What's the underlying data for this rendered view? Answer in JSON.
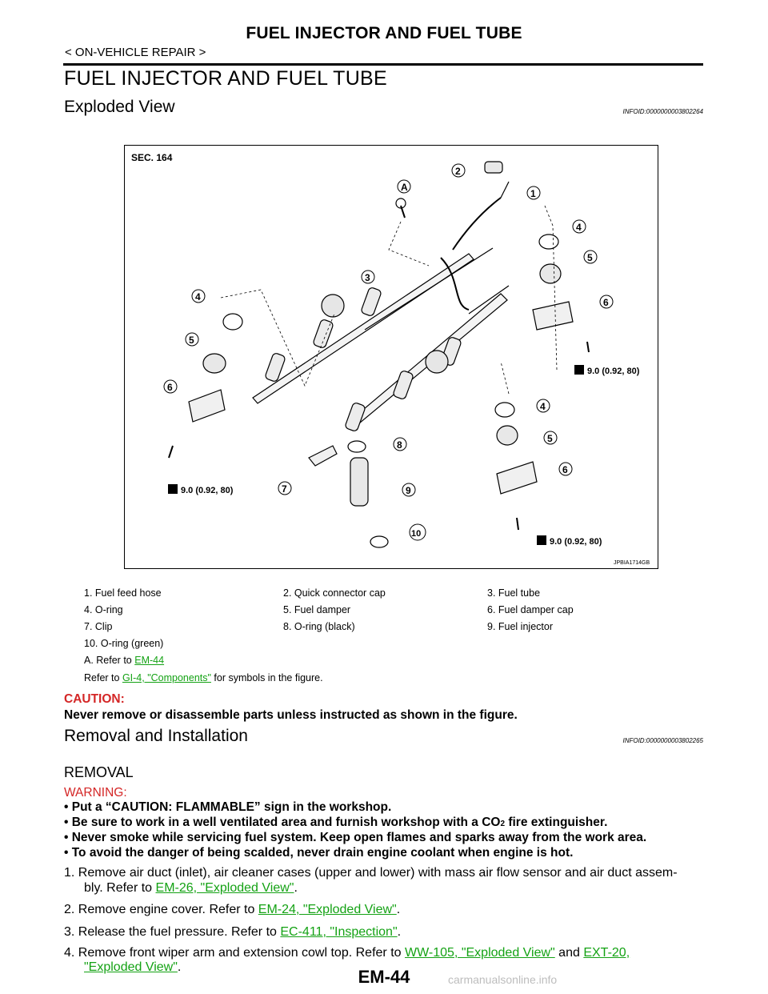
{
  "header": {
    "title": "FUEL INJECTOR AND FUEL TUBE",
    "breadcrumb": "< ON-VEHICLE REPAIR >"
  },
  "section_title": "FUEL INJECTOR AND FUEL TUBE",
  "exploded_view": {
    "heading": "Exploded View",
    "infoid": "INFOID:0000000003802264",
    "figure": {
      "sec_label": "SEC. 164",
      "torque_label": "9.0 (0.92, 80)",
      "figure_id": "JPBIA1714GB",
      "callouts": [
        "1",
        "2",
        "3",
        "4",
        "5",
        "6",
        "7",
        "8",
        "9",
        "10",
        "A"
      ]
    },
    "legend": [
      [
        "1.  Fuel feed hose",
        "2.  Quick connector cap",
        "3.  Fuel tube"
      ],
      [
        "4.  O-ring",
        "5.  Fuel damper",
        "6.  Fuel damper cap"
      ],
      [
        "7.  Clip",
        "8.  O-ring (black)",
        "9.  Fuel injector"
      ],
      [
        "10.  O-ring (green)",
        "",
        ""
      ]
    ],
    "ref_a_prefix": "A.  Refer to ",
    "ref_a_link": "EM-44",
    "symbols_prefix": "Refer to ",
    "symbols_link": "GI-4, \"Components\"",
    "symbols_suffix": " for symbols in the figure.",
    "caution_label": "CAUTION:",
    "caution_text": "Never remove or disassemble parts unless instructed as shown in the figure."
  },
  "removal": {
    "heading": "Removal and Installation",
    "infoid": "INFOID:0000000003802265",
    "subheading": "REMOVAL",
    "warning_label": "WARNING:",
    "warnings": [
      "Put a “CAUTION: FLAMMABLE” sign in the workshop.",
      "Be sure to work in a well ventilated area and furnish workshop with a CO",
      "Never smoke while servicing fuel system. Keep open flames and sparks away from the work area.",
      "To avoid the danger of being scalded, never drain engine coolant when engine is hot."
    ],
    "co2_sub": "2",
    "co2_suffix": " fire extinguisher.",
    "steps": {
      "s1_line1": "1.  Remove air duct (inlet), air cleaner cases (upper and lower) with mass air flow sensor and air duct assem-",
      "s1_line2_prefix": "bly. Refer to ",
      "s1_link": "EM-26, \"Exploded View\"",
      "s2_prefix": "2.  Remove engine cover. Refer to ",
      "s2_link": "EM-24, \"Exploded View\"",
      "s3_prefix": "3.  Release the fuel pressure. Refer to ",
      "s3_link": "EC-411, \"Inspection\"",
      "s4_prefix": "4.  Remove front wiper arm and extension cowl top. Refer to ",
      "s4_link1": "WW-105, \"Exploded View\"",
      "s4_mid": " and ",
      "s4_link2": "EXT-20,",
      "s4_link3": "\"Exploded View\"",
      "period": "."
    }
  },
  "page_number": "EM-44",
  "watermark": "carmanualsonline.info"
}
